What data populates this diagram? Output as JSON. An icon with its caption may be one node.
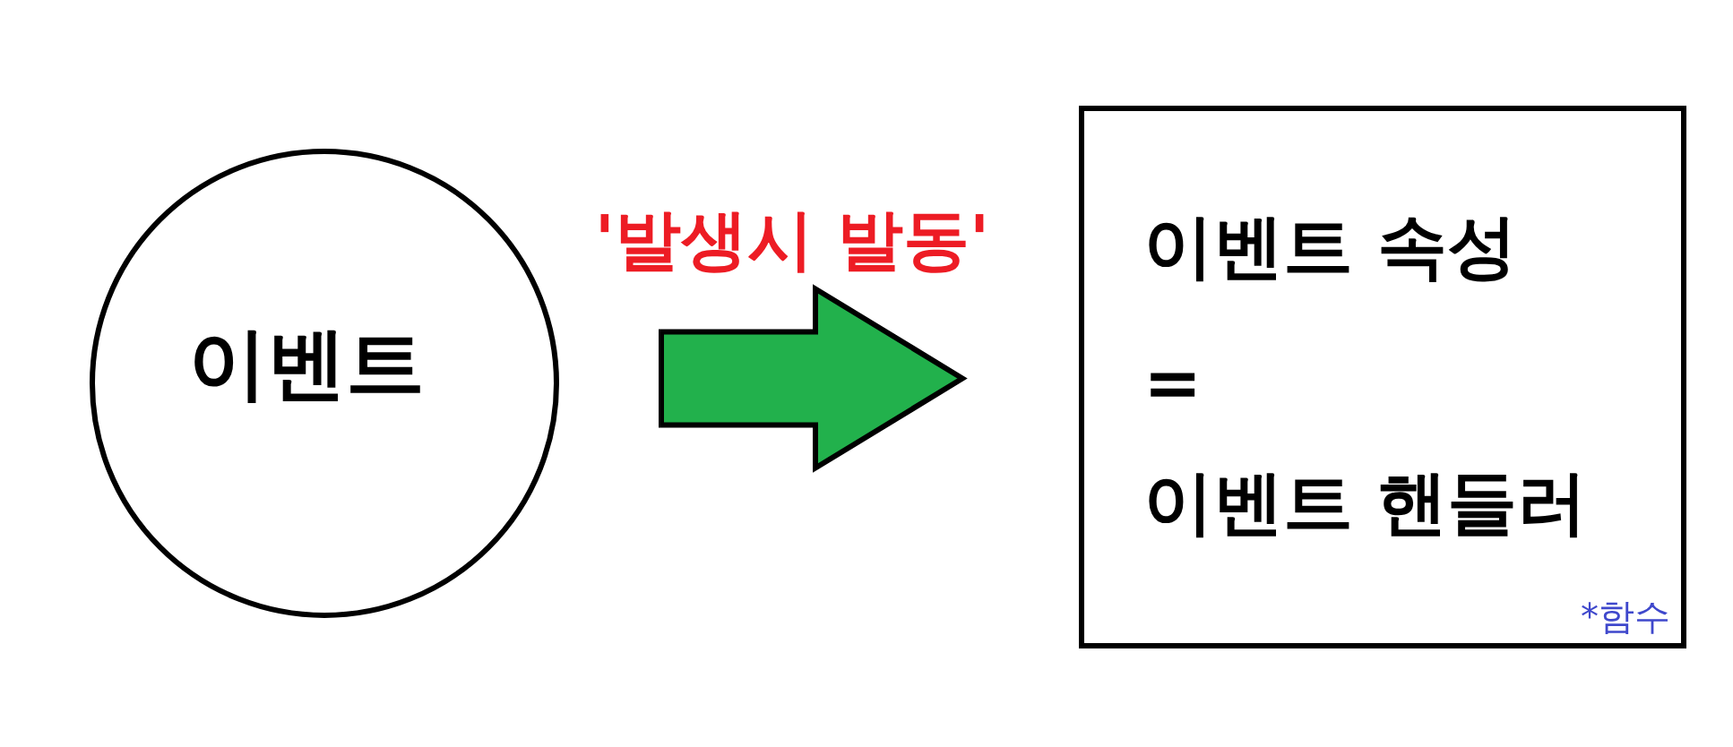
{
  "diagram": {
    "nodes": [
      {
        "text": [
          "이벤트"
        ]
      },
      {
        "text": [
          "이벤트 속성",
          "=",
          "이벤트 핸들러",
          "*함수"
        ]
      }
    ],
    "edges": [
      {
        "from": 0,
        "to": 1,
        "arrow": "to",
        "label": "'발생시 발동'"
      }
    ]
  }
}
